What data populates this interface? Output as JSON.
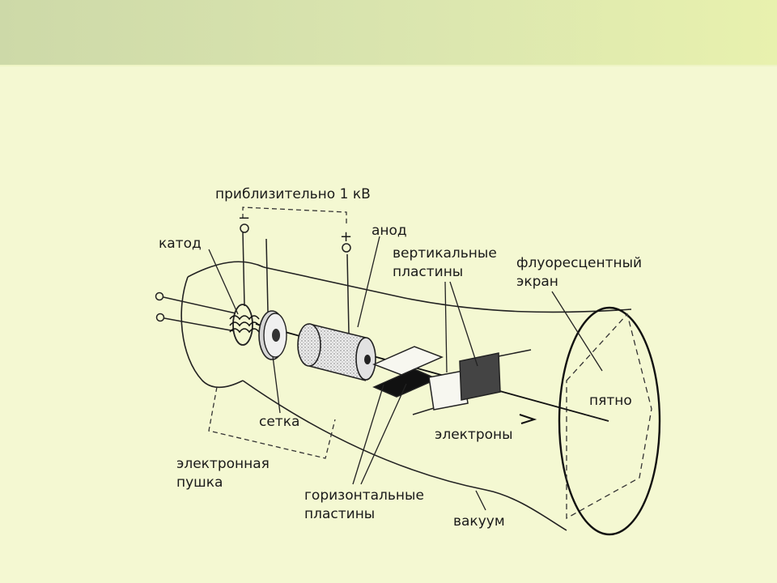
{
  "diagram": {
    "labels": {
      "voltage": "приблизительно 1 кВ",
      "minus": "−",
      "plus": "+",
      "cathode": "катод",
      "anode": "анод",
      "vertical_plates_1": "вертикальные",
      "vertical_plates_2": "пластины",
      "screen_1": "флуоресцентный",
      "screen_2": "экран",
      "spot": "пятно",
      "grid": "сетка",
      "electrons": "электроны",
      "gun_1": "электронная",
      "gun_2": "пушка",
      "horizontal_plates_1": "горизонтальные",
      "horizontal_plates_2": "пластины",
      "vacuum": "вакуум"
    }
  }
}
